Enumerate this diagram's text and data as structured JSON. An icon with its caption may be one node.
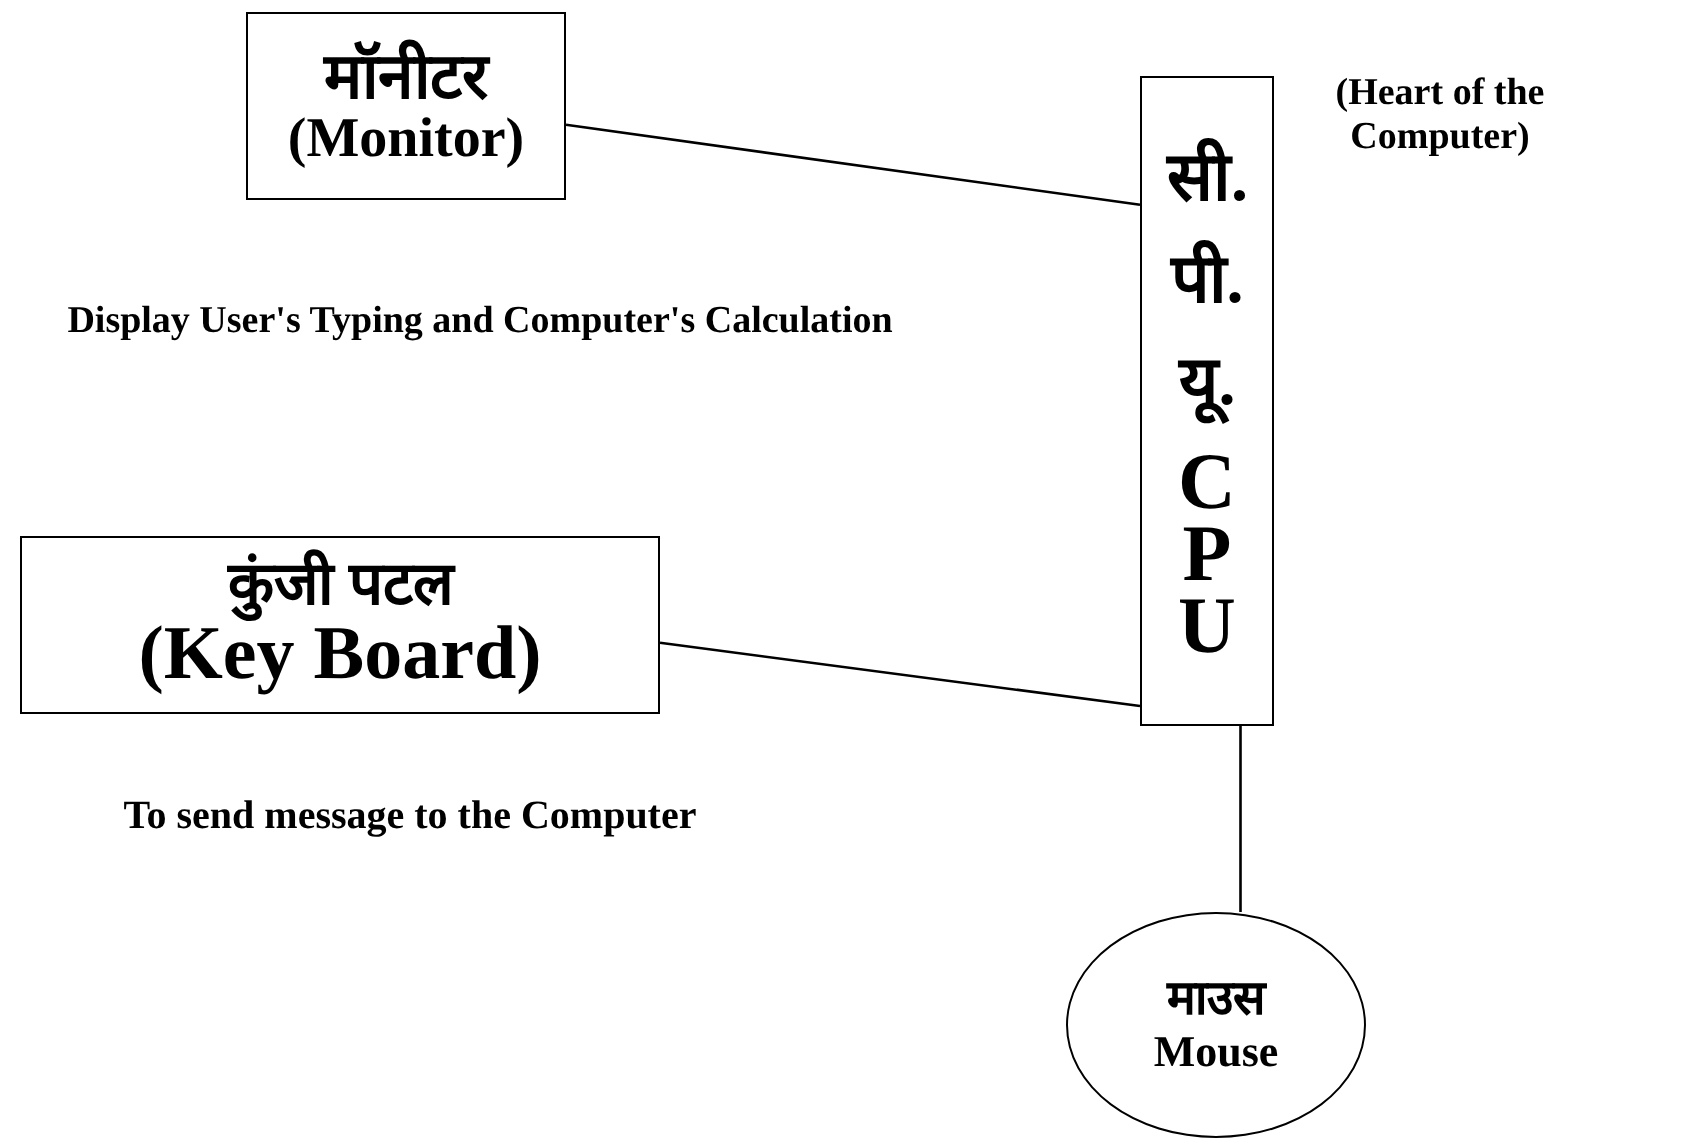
{
  "diagram": {
    "nodes": [
      {
        "text": [
          "मॉनीटर",
          "(Monitor)"
        ],
        "beside": [
          "Display User's Typing and Computer's Calculation"
        ]
      },
      {
        "text": [
          "सी. पी. यू.",
          "CPU"
        ],
        "beside": [
          "(Heart of the Computer)"
        ]
      },
      {
        "text": [
          "कुंजी पटल",
          "(Key Board)"
        ],
        "beside": [
          "To send message to the Computer"
        ]
      },
      {
        "text": [
          "माउस",
          "Mouse"
        ]
      }
    ],
    "edges": [
      {
        "from": 0,
        "to": 1,
        "arrow": "none"
      },
      {
        "from": 2,
        "to": 1,
        "arrow": "none"
      },
      {
        "from": 1,
        "to": 3,
        "arrow": "none"
      }
    ]
  }
}
